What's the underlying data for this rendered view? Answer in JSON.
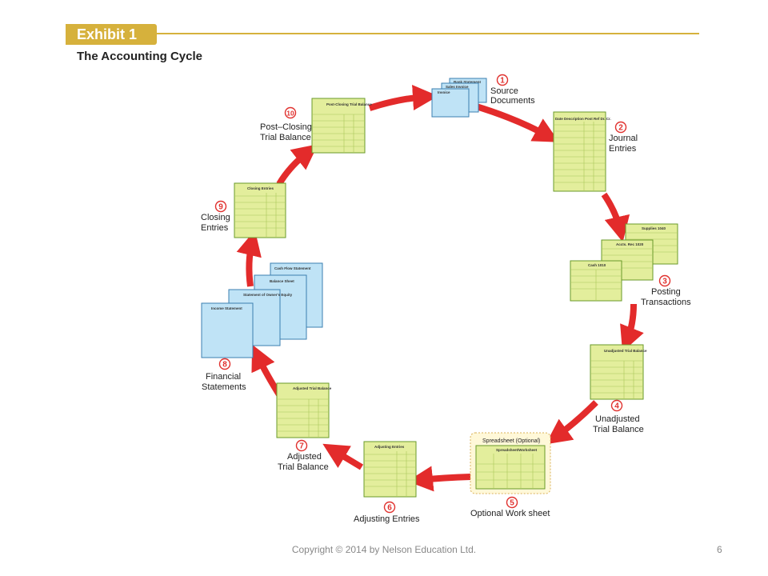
{
  "header": {
    "exhibit_label": "Exhibit 1",
    "title": "The Accounting Cycle"
  },
  "footer": {
    "copyright": "Copyright © 2014  by Nelson Education Ltd.",
    "page_number": "6"
  },
  "steps": [
    {
      "number": "1",
      "label_lines": [
        "Source",
        "Documents"
      ]
    },
    {
      "number": "2",
      "label_lines": [
        "Journal",
        "Entries"
      ]
    },
    {
      "number": "3",
      "label_lines": [
        "Posting",
        "Transactions"
      ]
    },
    {
      "number": "4",
      "label_lines": [
        "Unadjusted",
        "Trial Balance"
      ]
    },
    {
      "number": "5",
      "label_lines": [
        "Optional Work sheet"
      ]
    },
    {
      "number": "6",
      "label_lines": [
        "Adjusting Entries"
      ]
    },
    {
      "number": "7",
      "label_lines": [
        "Adjusted",
        "Trial Balance"
      ]
    },
    {
      "number": "8",
      "label_lines": [
        "Financial",
        "Statements"
      ]
    },
    {
      "number": "9",
      "label_lines": [
        "Closing",
        "Entries"
      ]
    },
    {
      "number": "10",
      "label_lines": [
        "Post–Closing",
        "Trial Balance"
      ]
    }
  ],
  "documents": {
    "source": [
      "Bank Statement",
      "Sales Invoice",
      "Invoice"
    ],
    "journal_header": "Date  Description  Post Ref  Dr.  Cr.",
    "ledgers": [
      "Supplies 1040",
      "Accts. Rec 1020",
      "Cash 1010"
    ],
    "unadjusted_tb": "Unadjusted Trial Balance",
    "spreadsheet": "Spreadsheet (Optional)",
    "spreadsheet_sub": "Spreadsheet/Worksheet",
    "adjusting": "Adjusting Entries",
    "adjusted_tb": "Adjusted Trial Balance",
    "statements": [
      "Cash Flow Statement",
      "Balance Sheet",
      "Statement of Owner's Equity",
      "Income Statement"
    ],
    "closing": "Closing Entries",
    "post_closing_tb": "Post-Closing Trial Balance"
  },
  "colors": {
    "accent": "#d6b13c",
    "arrow": "#e32b2b",
    "paper_yellow": "#e3ee9c",
    "paper_blue": "#bfe3f6"
  }
}
